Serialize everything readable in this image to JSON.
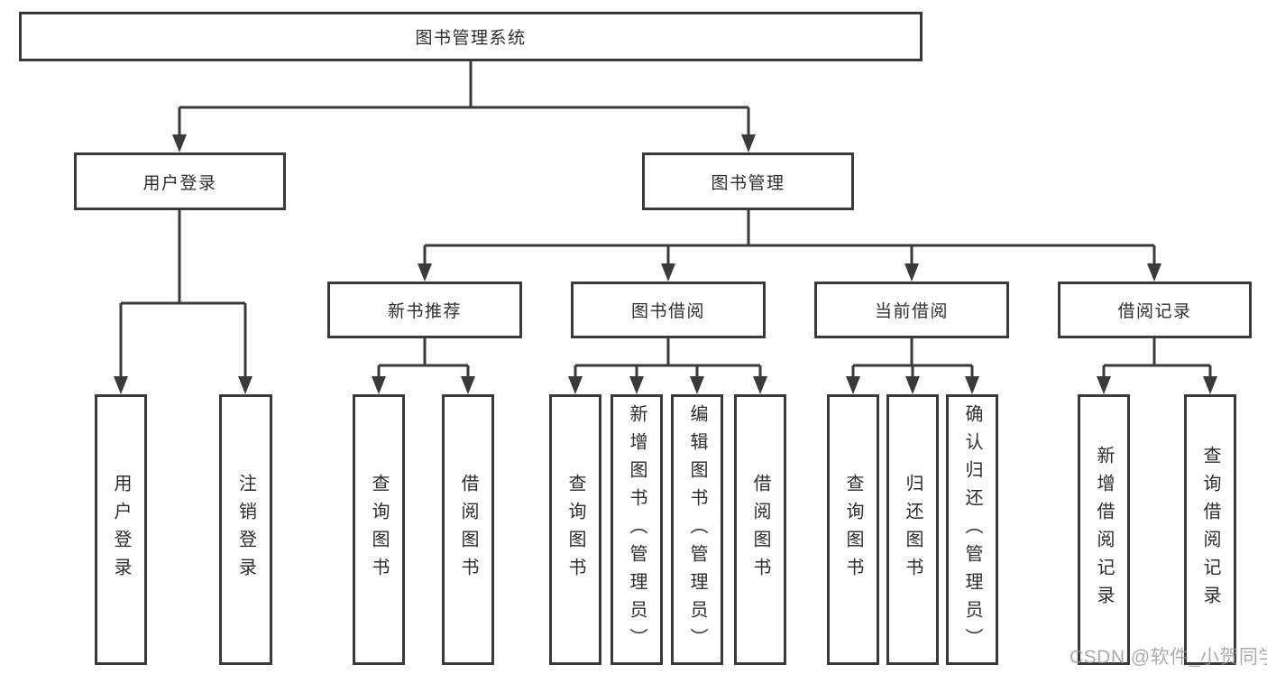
{
  "diagram": {
    "title": "图书管理系统",
    "colors": {
      "line": "#3a3a3a",
      "box_border": "#3a3a3a",
      "text": "#2d2d2d",
      "background": "#ffffff",
      "watermark": "#949494"
    },
    "watermark": "CSDN @软件_小贺同学"
  },
  "nodes": {
    "root": {
      "label": "图书管理系统"
    },
    "userLogin": {
      "label": "用户登录"
    },
    "bookManagement": {
      "label": "图书管理"
    },
    "newBookRecommend": {
      "label": "新书推荐"
    },
    "bookBorrow": {
      "label": "图书借阅"
    },
    "currentBorrow": {
      "label": "当前借阅"
    },
    "borrowRecord": {
      "label": "借阅记录"
    },
    "leafUserLogin": {
      "label": "用户登录"
    },
    "leafLogout": {
      "label": "注销登录"
    },
    "leafQueryBooks1": {
      "label": "查询图书"
    },
    "leafBorrowBooks1": {
      "label": "借阅图书"
    },
    "leafQueryBooks2": {
      "label": "查询图书"
    },
    "leafAddBooks": {
      "label": "新增图书（管理员）"
    },
    "leafEditBooks": {
      "label": "编辑图书（管理员）"
    },
    "leafBorrowBooks2": {
      "label": "借阅图书"
    },
    "leafQueryBooks3": {
      "label": "查询图书"
    },
    "leafReturnBooks": {
      "label": "归还图书"
    },
    "leafConfirmReturn": {
      "label": "确认归还（管理员）"
    },
    "leafAddBorrowRecord": {
      "label": "新增借阅记录"
    },
    "leafQueryBorrowRecord": {
      "label": "查询借阅记录"
    }
  }
}
